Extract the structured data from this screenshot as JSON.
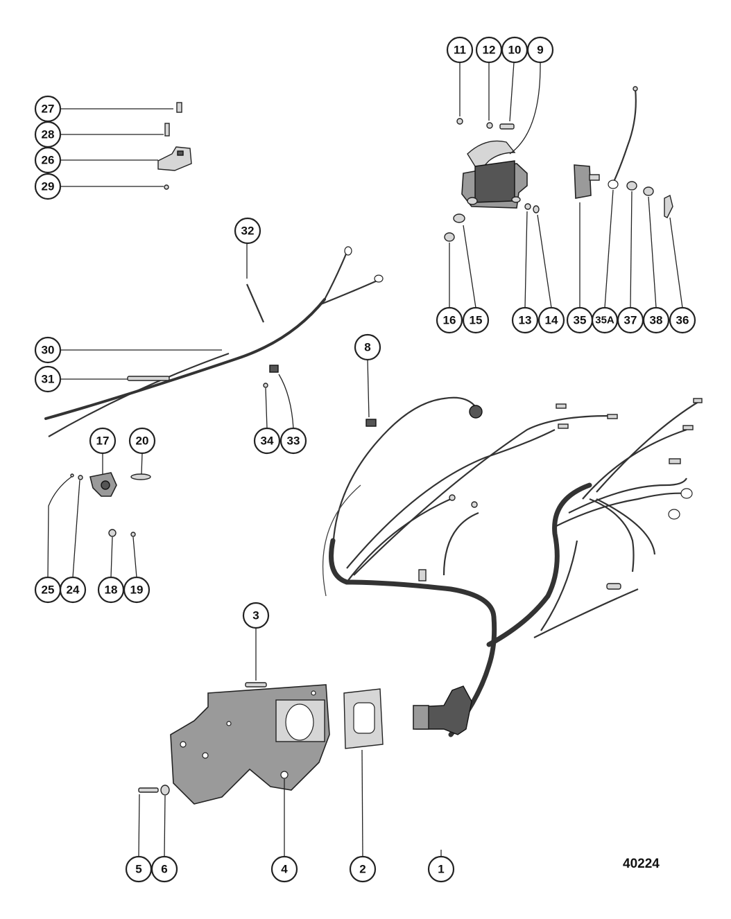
{
  "diagram_number": "40224",
  "callouts": [
    {
      "id": "c11",
      "label": "11"
    },
    {
      "id": "c12",
      "label": "12"
    },
    {
      "id": "c10",
      "label": "10"
    },
    {
      "id": "c9",
      "label": "9"
    },
    {
      "id": "c27",
      "label": "27"
    },
    {
      "id": "c28",
      "label": "28"
    },
    {
      "id": "c26",
      "label": "26"
    },
    {
      "id": "c29",
      "label": "29"
    },
    {
      "id": "c32",
      "label": "32"
    },
    {
      "id": "c16",
      "label": "16"
    },
    {
      "id": "c15",
      "label": "15"
    },
    {
      "id": "c13",
      "label": "13"
    },
    {
      "id": "c14",
      "label": "14"
    },
    {
      "id": "c35",
      "label": "35"
    },
    {
      "id": "c35A",
      "label": "35A"
    },
    {
      "id": "c37",
      "label": "37"
    },
    {
      "id": "c38",
      "label": "38"
    },
    {
      "id": "c36",
      "label": "36"
    },
    {
      "id": "c30",
      "label": "30"
    },
    {
      "id": "c8",
      "label": "8"
    },
    {
      "id": "c31",
      "label": "31"
    },
    {
      "id": "c34",
      "label": "34"
    },
    {
      "id": "c33",
      "label": "33"
    },
    {
      "id": "c17",
      "label": "17"
    },
    {
      "id": "c20",
      "label": "20"
    },
    {
      "id": "c25",
      "label": "25"
    },
    {
      "id": "c24",
      "label": "24"
    },
    {
      "id": "c18",
      "label": "18"
    },
    {
      "id": "c19",
      "label": "19"
    },
    {
      "id": "c3",
      "label": "3"
    },
    {
      "id": "c5",
      "label": "5"
    },
    {
      "id": "c6",
      "label": "6"
    },
    {
      "id": "c4",
      "label": "4"
    },
    {
      "id": "c2",
      "label": "2"
    },
    {
      "id": "c1",
      "label": "1"
    }
  ]
}
